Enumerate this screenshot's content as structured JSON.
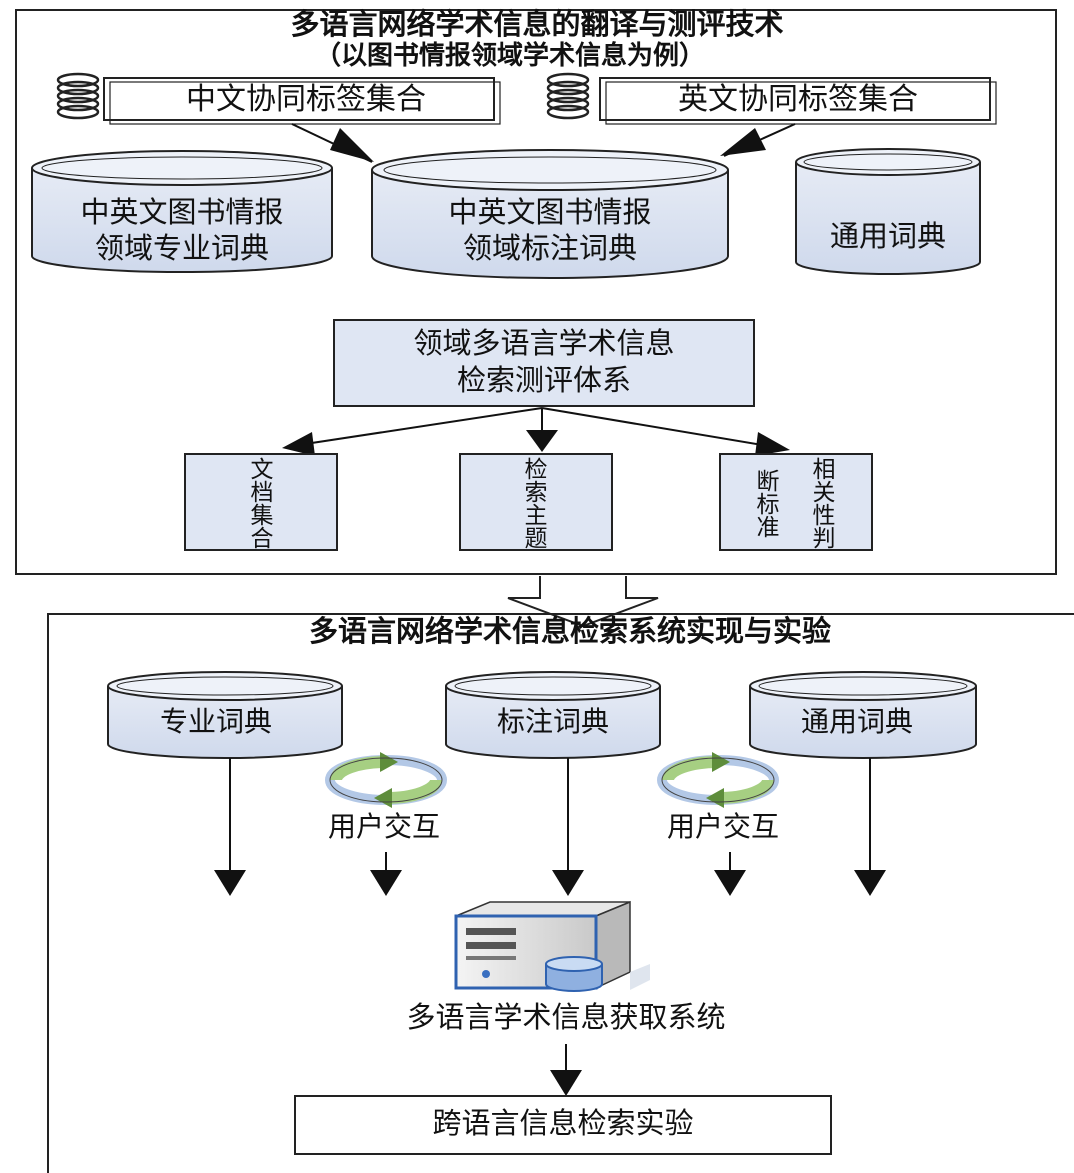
{
  "top_panel": {
    "title": "多语言网络学术信息的翻译与测评技术",
    "subtitle": "（以图书情报领域学术信息为例）",
    "tag_sets": [
      "中文协同标签集合",
      "英文协同标签集合"
    ],
    "dictionaries": [
      {
        "line1": "中英文图书情报",
        "line2": "领域专业词典"
      },
      {
        "line1": "中英文图书情报",
        "line2": "领域标注词典"
      },
      {
        "line1": "通用词典",
        "line2": ""
      }
    ],
    "eval_system": {
      "line1": "领域多语言学术信息",
      "line2": "检索测评体系"
    },
    "components": [
      {
        "chars": [
          "文",
          "档",
          "集",
          "合"
        ]
      },
      {
        "chars": [
          "检",
          "索",
          "主",
          "题"
        ]
      },
      {
        "col_right": [
          "相",
          "关",
          "性",
          "判"
        ],
        "col_left": [
          "断",
          "标",
          "准"
        ]
      }
    ]
  },
  "bottom_panel": {
    "title": "多语言网络学术信息检索系统实现与实验",
    "dictionaries": [
      "专业词典",
      "标注词典",
      "通用词典"
    ],
    "interaction_label": "用户交互",
    "system_label": "多语言学术信息获取系统",
    "experiment_label": "跨语言信息检索实验"
  },
  "colors": {
    "box_fill": "#dfe6f3",
    "cylinder_top": "#eef2f9",
    "stroke": "#1a1a1a",
    "cycle_green": "#a6cf82",
    "cycle_blue": "#b3c8e6",
    "server_blue": "#2f62b0"
  },
  "icons": [
    "notebook-icon",
    "database-cylinder-icon",
    "user-interaction-cycle-icon",
    "server-icon"
  ]
}
